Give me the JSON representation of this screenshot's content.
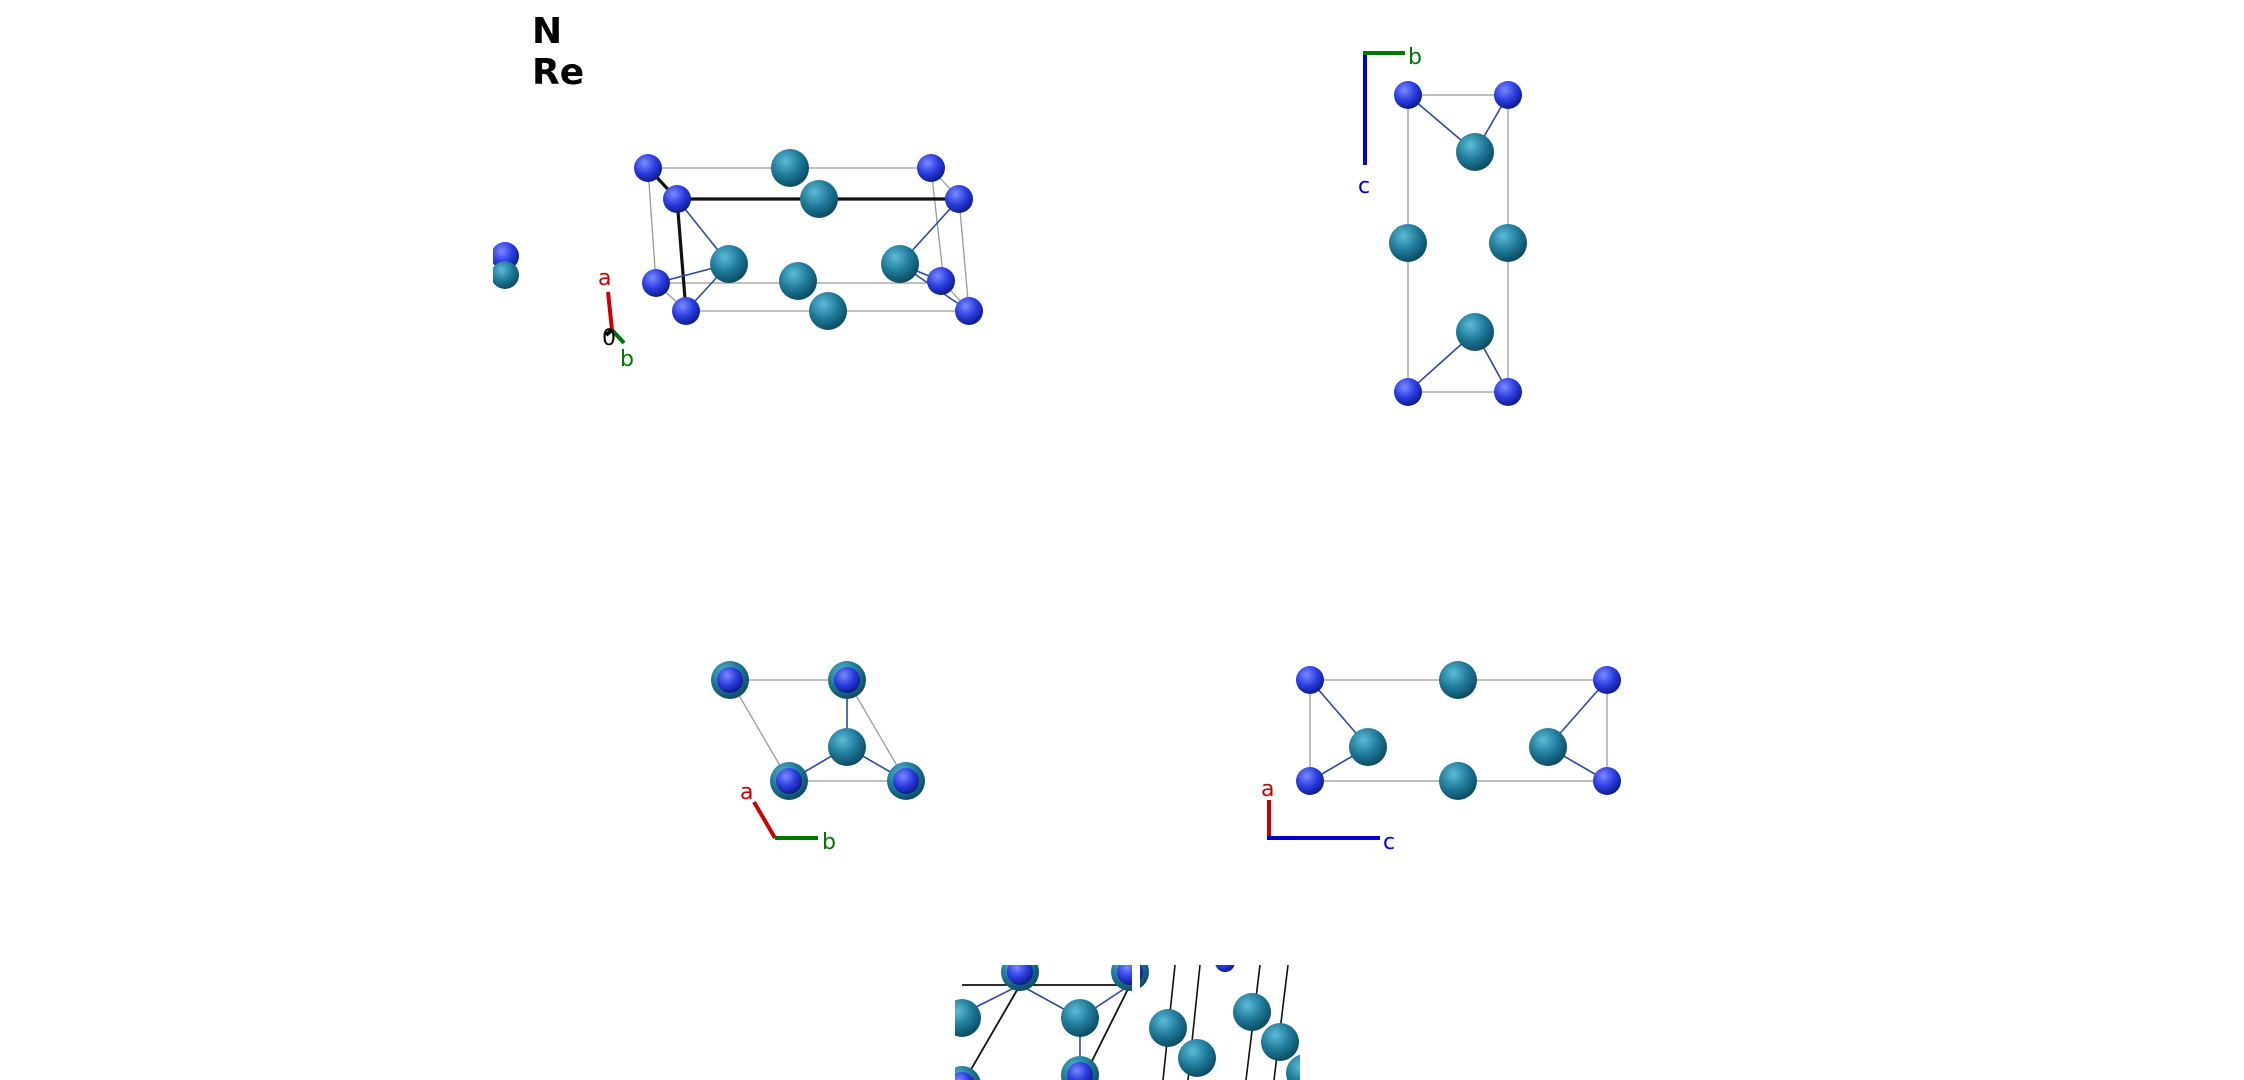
{
  "legend": {
    "items": [
      {
        "element": "N",
        "color": "#2b3de0"
      },
      {
        "element": "Re",
        "color": "#1f7a9a"
      }
    ]
  },
  "axes": {
    "a": {
      "label": "a",
      "color": "#cc0000"
    },
    "b": {
      "label": "b",
      "color": "#007700"
    },
    "c": {
      "label": "c",
      "color": "#0000cc"
    },
    "origin_label": "0"
  },
  "atom_colors": {
    "N": {
      "light": "#6a7cff",
      "base": "#2b3de0",
      "dark": "#0d1a8c"
    },
    "Re": {
      "light": "#4fb0cc",
      "base": "#1f7a9a",
      "dark": "#0b4a60"
    }
  }
}
